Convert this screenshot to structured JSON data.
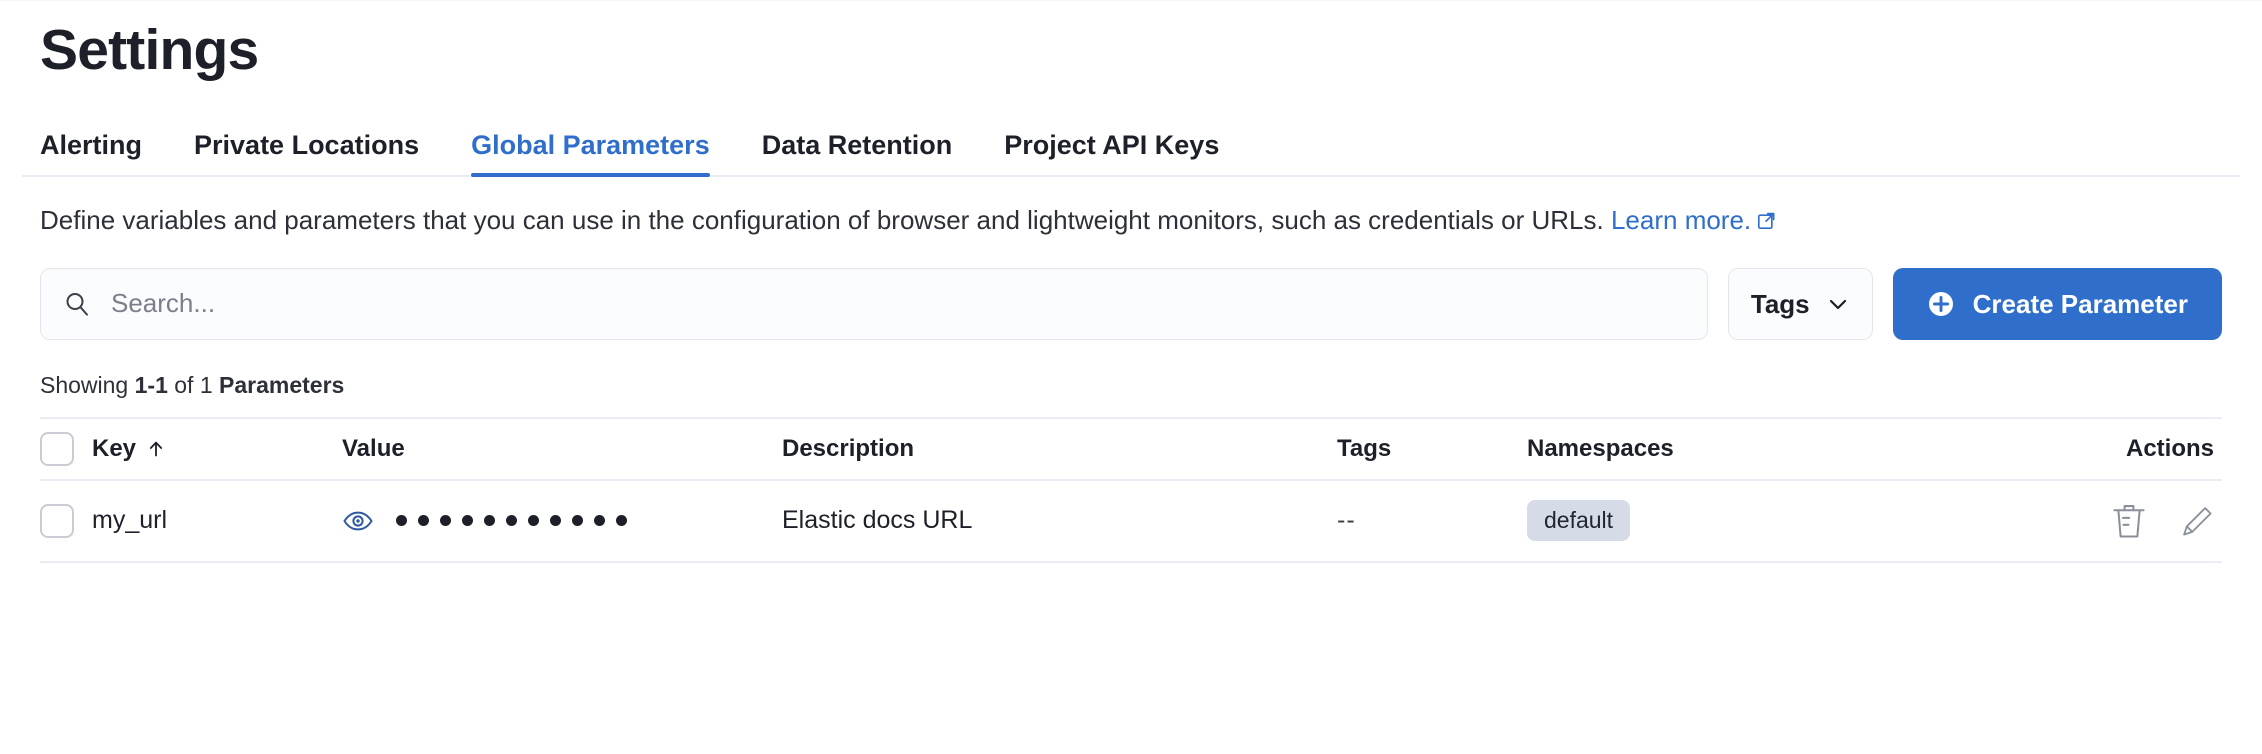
{
  "page": {
    "title": "Settings"
  },
  "tabs": [
    {
      "label": "Alerting",
      "active": false
    },
    {
      "label": "Private Locations",
      "active": false
    },
    {
      "label": "Global Parameters",
      "active": true
    },
    {
      "label": "Data Retention",
      "active": false
    },
    {
      "label": "Project API Keys",
      "active": false
    }
  ],
  "description": {
    "text": "Define variables and parameters that you can use in the configuration of browser and lightweight monitors, such as credentials or URLs.",
    "link_text": "Learn more.",
    "link_icon": "external-link-icon"
  },
  "controls": {
    "search": {
      "placeholder": "Search...",
      "value": "",
      "icon": "search-icon"
    },
    "tags_filter": {
      "label": "Tags",
      "icon": "chevron-down-icon"
    },
    "create_button": {
      "label": "Create Parameter",
      "icon": "plus-circle-icon",
      "color": "#2f6fcb"
    }
  },
  "results": {
    "prefix": "Showing ",
    "range": "1-1",
    "middle": " of 1 ",
    "entity": "Parameters"
  },
  "table": {
    "columns": [
      {
        "label": "Key",
        "sort_icon": "arrow-up-icon"
      },
      {
        "label": "Value"
      },
      {
        "label": "Description"
      },
      {
        "label": "Tags"
      },
      {
        "label": "Namespaces"
      },
      {
        "label": "Actions"
      }
    ],
    "rows": [
      {
        "key": "my_url",
        "value_masked_dots": 11,
        "value_toggle_icon": "eye-icon",
        "description": "Elastic docs URL",
        "tags": "--",
        "namespaces": [
          "default"
        ],
        "actions": [
          "trash-icon",
          "pencil-icon"
        ]
      }
    ]
  },
  "colors": {
    "accent": "#2f6fcb",
    "text": "#1d2028",
    "border": "#e9edf3",
    "badge_bg": "#d6dbe8"
  }
}
